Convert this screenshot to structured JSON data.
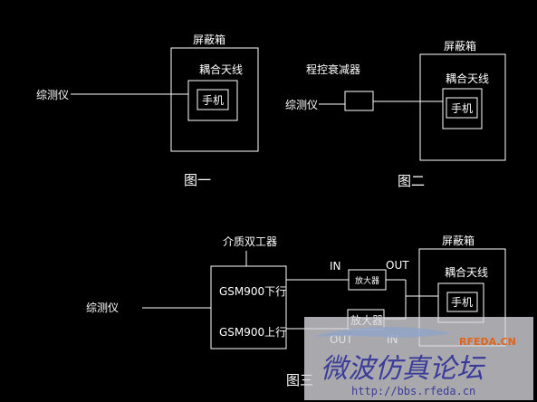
{
  "labels": {
    "shield_box": "屏蔽箱",
    "coupling_antenna": "耦合天线",
    "phone": "手机",
    "tester": "综测仪",
    "attenuator": "程控衰减器",
    "duplexer": "介质双工器",
    "downlink": "GSM900下行",
    "uplink": "GSM900上行",
    "amplifier": "放大器",
    "port_in": "IN",
    "port_out": "OUT"
  },
  "captions": {
    "fig1": "图一",
    "fig2": "图二",
    "fig3": "图三"
  },
  "watermark": {
    "title": "微波仿真论坛",
    "url": "http://bbs.rfeda.cn",
    "logo": "RFEDA.CN"
  },
  "colors": {
    "background": "#000000",
    "lines": "#ffffff",
    "watermark": "#3b3b9a",
    "logo": "#e2641a"
  }
}
